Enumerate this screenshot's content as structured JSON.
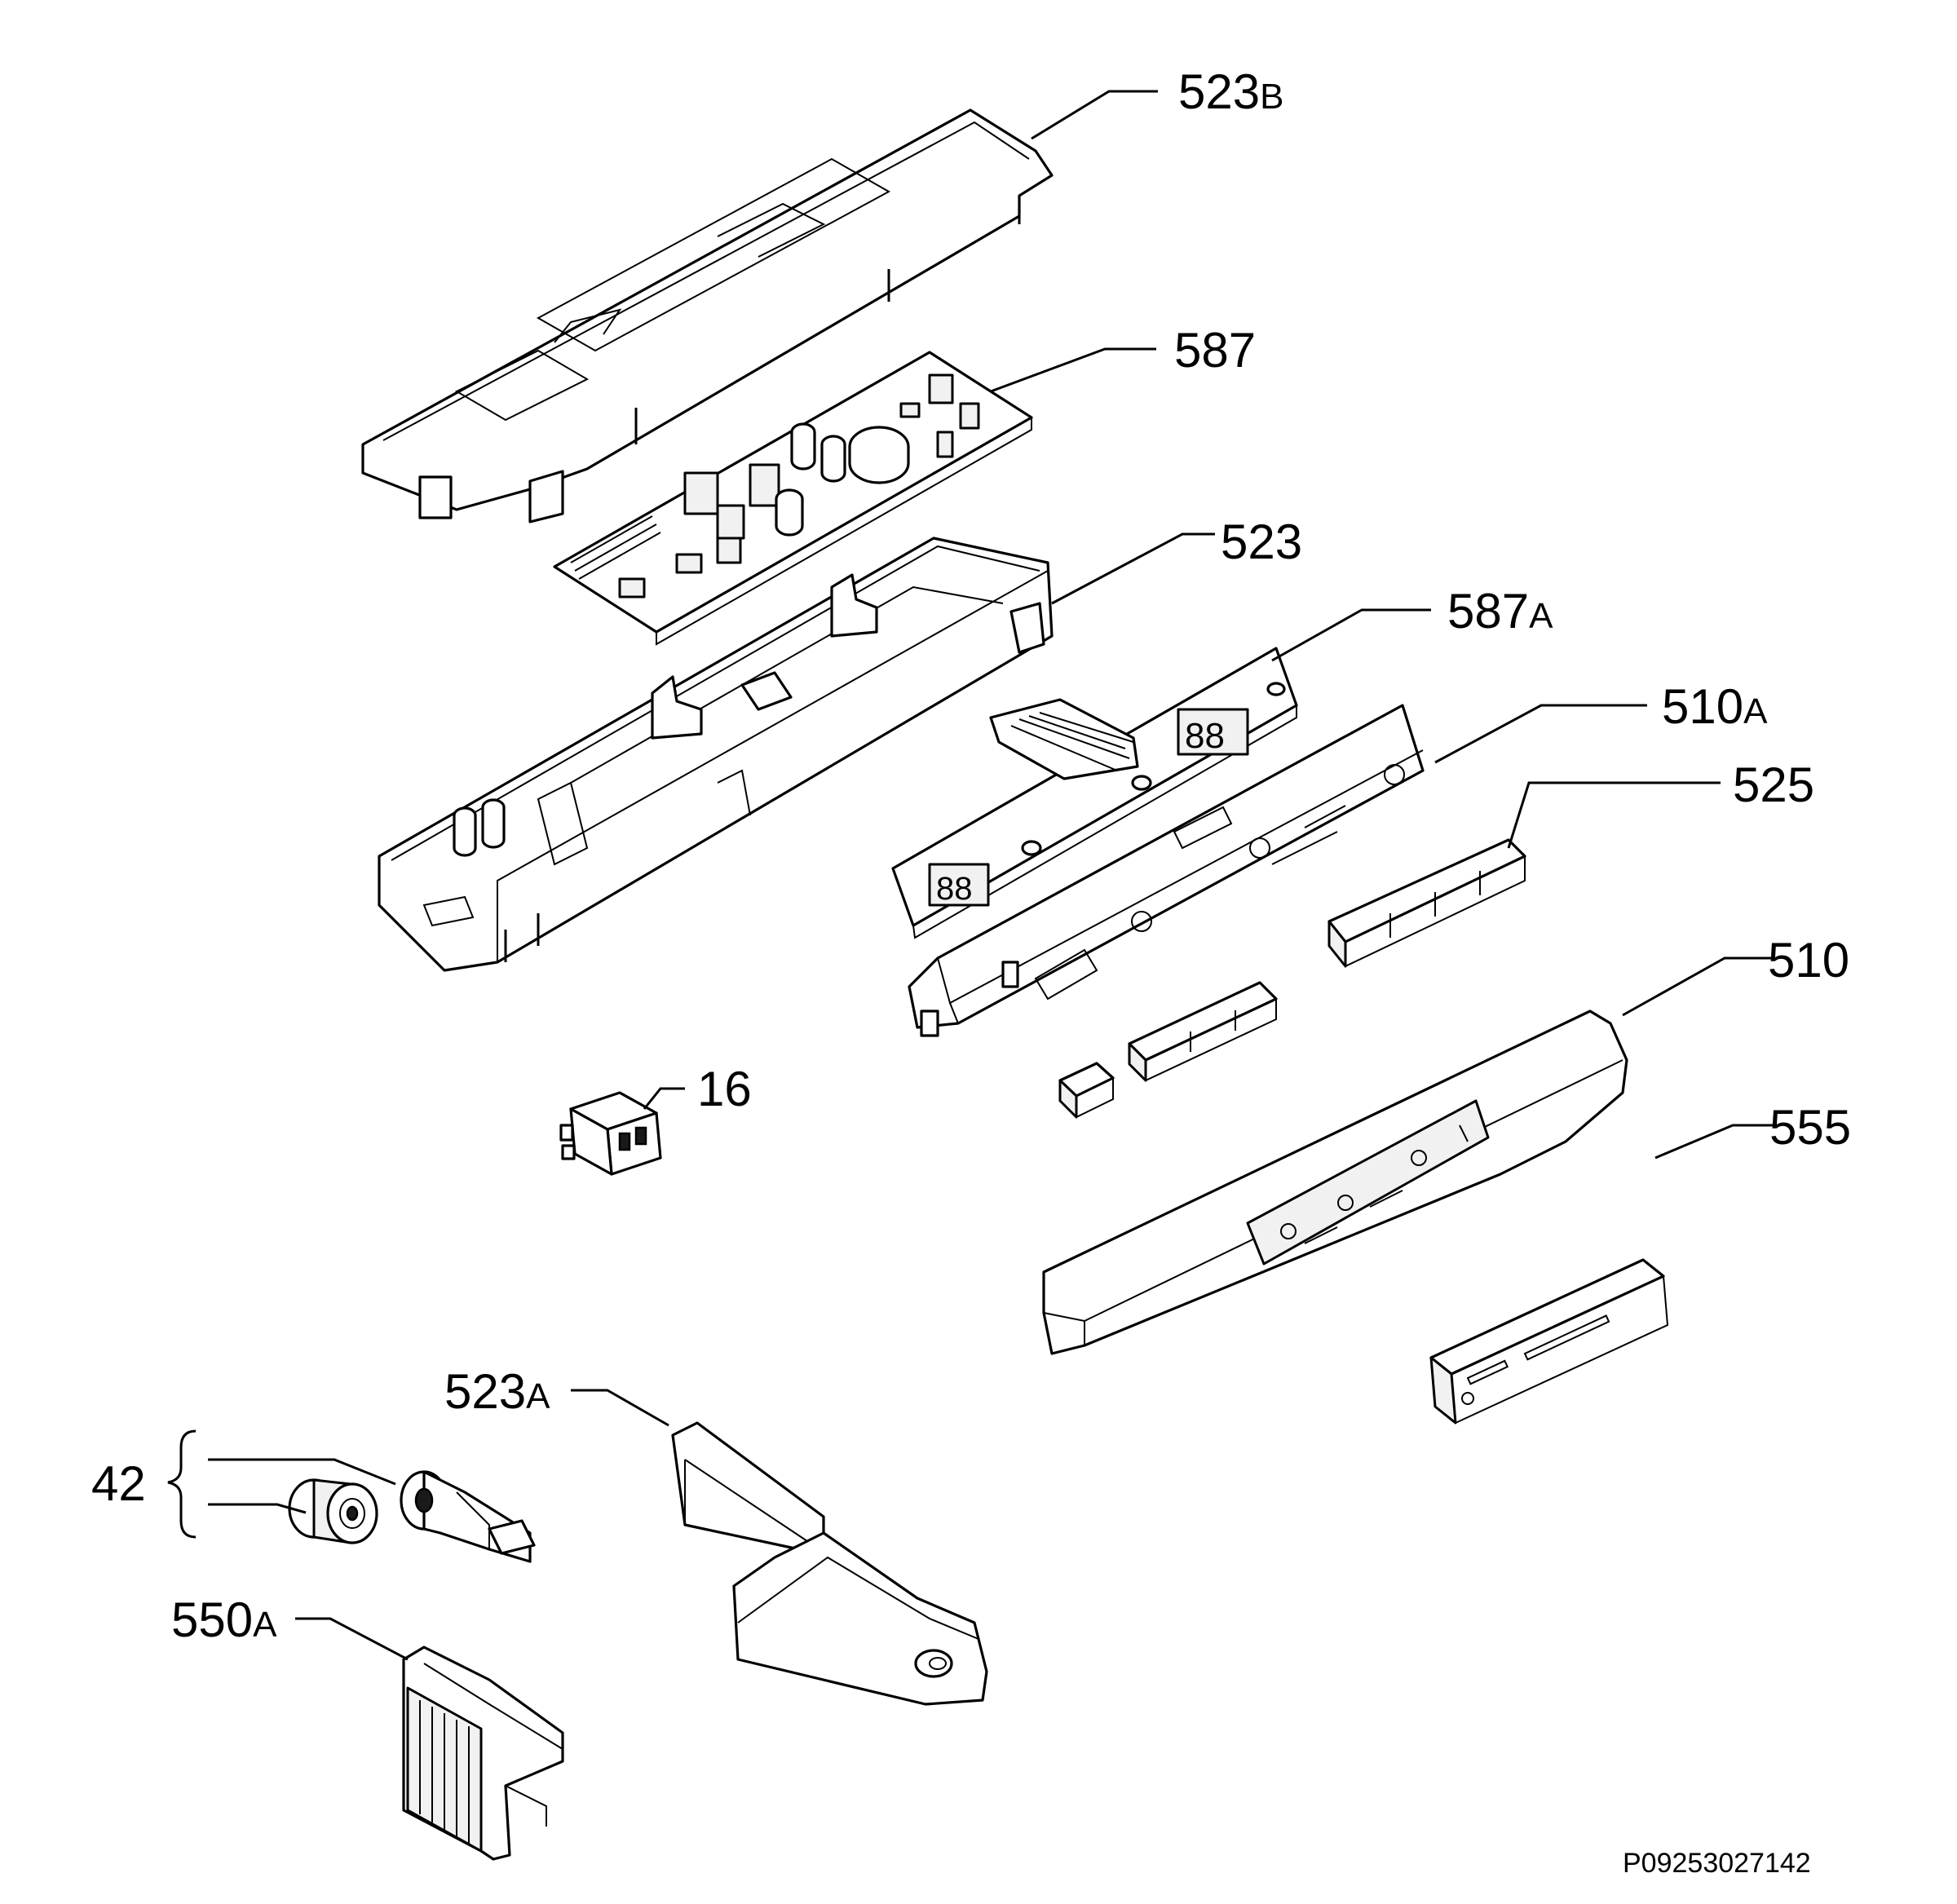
{
  "diagram_code": "P09253027142",
  "labels": [
    {
      "id": "523b",
      "main": "523",
      "suffix": "B"
    },
    {
      "id": "587",
      "main": "587",
      "suffix": ""
    },
    {
      "id": "523",
      "main": "523",
      "suffix": ""
    },
    {
      "id": "587a",
      "main": "587",
      "suffix": "A"
    },
    {
      "id": "510a",
      "main": "510",
      "suffix": "A"
    },
    {
      "id": "525",
      "main": "525",
      "suffix": ""
    },
    {
      "id": "510",
      "main": "510",
      "suffix": ""
    },
    {
      "id": "16",
      "main": "16",
      "suffix": ""
    },
    {
      "id": "555",
      "main": "555",
      "suffix": ""
    },
    {
      "id": "523a",
      "main": "523",
      "suffix": "A"
    },
    {
      "id": "42",
      "main": "42",
      "suffix": ""
    },
    {
      "id": "550a",
      "main": "550",
      "suffix": "A"
    }
  ]
}
